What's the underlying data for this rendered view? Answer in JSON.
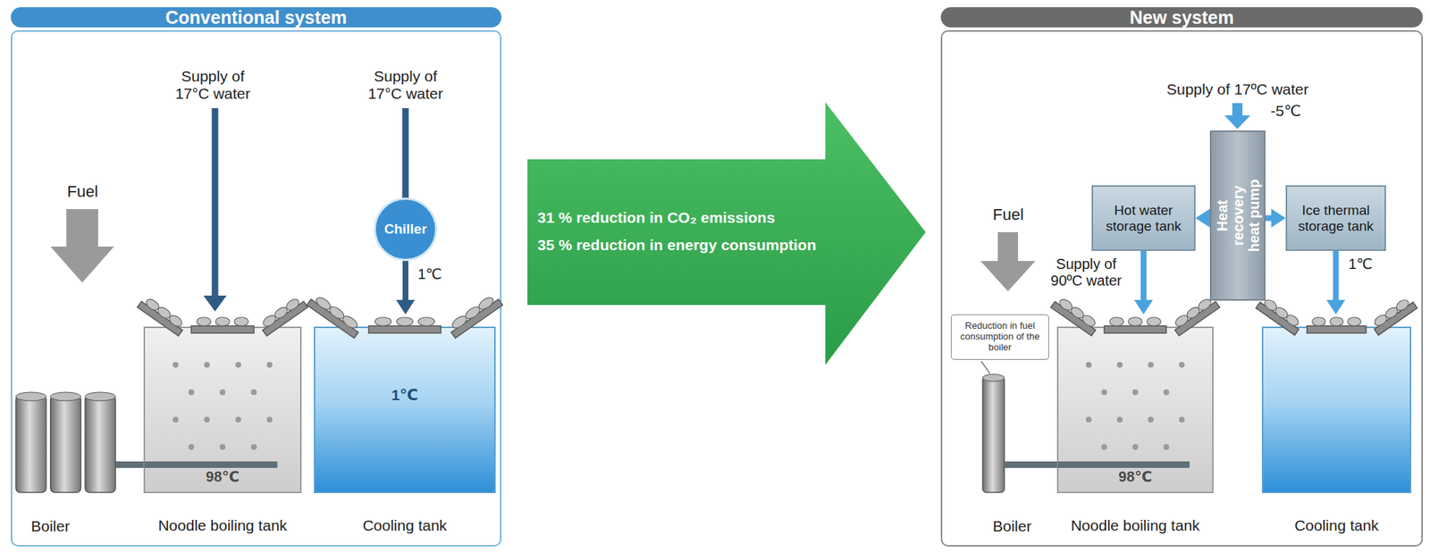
{
  "diagram": {
    "nodes": [
      {
        "text": [
          "Conventional system"
        ]
      },
      {
        "text": [
          "Chiller"
        ],
        "in": 0
      },
      {
        "text": [
          "98℃",
          "Noodle boiling tank"
        ],
        "in": 0
      },
      {
        "text": [
          "1℃",
          "Cooling tank"
        ],
        "in": 0
      },
      {
        "text": [
          "31 % reduction in CO₂ emissions",
          "35 % reduction in energy consumption"
        ]
      },
      {
        "text": [
          "New system"
        ]
      },
      {
        "text": [
          "Hot water storage tank"
        ],
        "in": 5
      },
      {
        "text": [
          "Heat recovery heat pump"
        ],
        "in": 5
      },
      {
        "text": [
          "Ice thermal storage tank"
        ],
        "in": 5
      },
      {
        "text": [
          "Reduction in fuel consumption of the boiler"
        ],
        "in": 5
      },
      {
        "text": [
          "98℃",
          "Noodle boiling tank"
        ],
        "in": 5
      },
      {
        "text": [
          "Cooling tank"
        ],
        "in": 5
      }
    ],
    "edges": [
      {
        "from": 1,
        "to": 3,
        "label": "1℃",
        "arrow": "to"
      },
      {
        "from": 7,
        "to": 6,
        "arrow": "to"
      },
      {
        "from": 7,
        "to": 8,
        "arrow": "to"
      },
      {
        "from": 6,
        "to": 10,
        "label": "Supply of 90ºC water",
        "arrow": "to"
      },
      {
        "from": 8,
        "to": 11,
        "label": "1℃",
        "arrow": "to"
      }
    ],
    "labels": [
      "Supply of 17°C water",
      "Supply of 17°C water",
      "Fuel",
      "Boiler",
      "Supply of 17ºC water",
      "-5℃",
      "Fuel",
      "Boiler"
    ]
  }
}
